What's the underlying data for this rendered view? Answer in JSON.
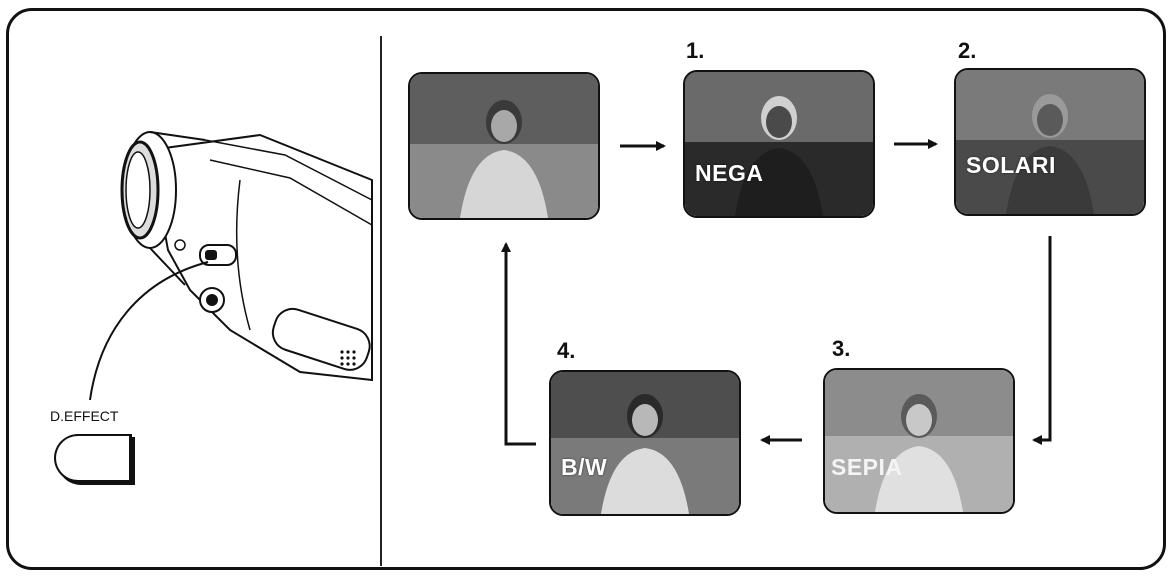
{
  "camera": {
    "button_label": "D.EFFECT"
  },
  "sequence": {
    "original": {
      "number": "",
      "label": ""
    },
    "step1": {
      "number": "1.",
      "label": "NEGA"
    },
    "step2": {
      "number": "2.",
      "label": "SOLARI"
    },
    "step3": {
      "number": "3.",
      "label": "SEPIA"
    },
    "step4": {
      "number": "4.",
      "label": "B/W"
    }
  },
  "colors": {
    "line": "#111111",
    "original": "#8a8a8a",
    "nega": "#2a2a2a",
    "solari": "#4a4a4a",
    "sepia": "#b0b0b0",
    "bw": "#7a7a7a"
  }
}
